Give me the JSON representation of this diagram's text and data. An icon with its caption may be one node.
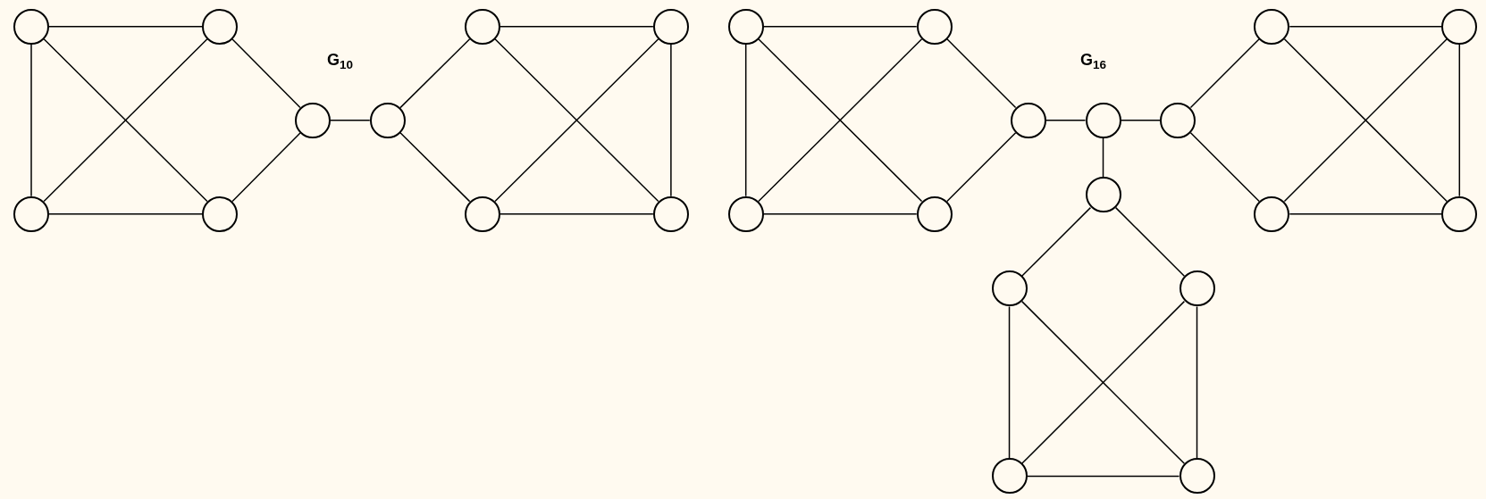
{
  "diagram": {
    "nodes": [
      {
        "text": [],
        "shape": "circle"
      },
      {
        "text": [],
        "shape": "circle"
      },
      {
        "text": [],
        "shape": "circle"
      },
      {
        "text": [],
        "shape": "circle"
      },
      {
        "text": [],
        "shape": "circle"
      },
      {
        "text": [],
        "shape": "circle"
      },
      {
        "text": [],
        "shape": "circle"
      },
      {
        "text": [],
        "shape": "circle"
      },
      {
        "text": [],
        "shape": "circle"
      },
      {
        "text": [],
        "shape": "circle"
      },
      {
        "text": [],
        "shape": "circle"
      },
      {
        "text": [],
        "shape": "circle"
      },
      {
        "text": [],
        "shape": "circle"
      },
      {
        "text": [],
        "shape": "circle"
      },
      {
        "text": [],
        "shape": "circle"
      },
      {
        "text": [],
        "shape": "circle"
      },
      {
        "text": [],
        "shape": "circle"
      },
      {
        "text": [],
        "shape": "circle"
      },
      {
        "text": [],
        "shape": "circle"
      },
      {
        "text": [],
        "shape": "circle"
      },
      {
        "text": [],
        "shape": "circle"
      },
      {
        "text": [],
        "shape": "circle"
      },
      {
        "text": [],
        "shape": "circle"
      },
      {
        "text": [],
        "shape": "circle"
      },
      {
        "text": [],
        "shape": "circle"
      },
      {
        "text": [],
        "shape": "circle"
      }
    ],
    "edges": [
      {
        "from": 0,
        "to": 1,
        "arrow": "none"
      },
      {
        "from": 0,
        "to": 2,
        "arrow": "none"
      },
      {
        "from": 0,
        "to": 3,
        "arrow": "none"
      },
      {
        "from": 1,
        "to": 2,
        "arrow": "none"
      },
      {
        "from": 2,
        "to": 3,
        "arrow": "none"
      },
      {
        "from": 1,
        "to": 4,
        "arrow": "none"
      },
      {
        "from": 3,
        "to": 4,
        "arrow": "none"
      },
      {
        "from": 4,
        "to": 5,
        "arrow": "none"
      },
      {
        "from": 5,
        "to": 6,
        "arrow": "none"
      },
      {
        "from": 5,
        "to": 8,
        "arrow": "none"
      },
      {
        "from": 6,
        "to": 7,
        "arrow": "none"
      },
      {
        "from": 6,
        "to": 9,
        "arrow": "none"
      },
      {
        "from": 7,
        "to": 8,
        "arrow": "none"
      },
      {
        "from": 7,
        "to": 9,
        "arrow": "none"
      },
      {
        "from": 8,
        "to": 9,
        "arrow": "none"
      },
      {
        "from": 10,
        "to": 11,
        "arrow": "none"
      },
      {
        "from": 10,
        "to": 12,
        "arrow": "none"
      },
      {
        "from": 10,
        "to": 13,
        "arrow": "none"
      },
      {
        "from": 11,
        "to": 12,
        "arrow": "none"
      },
      {
        "from": 12,
        "to": 13,
        "arrow": "none"
      },
      {
        "from": 11,
        "to": 14,
        "arrow": "none"
      },
      {
        "from": 13,
        "to": 14,
        "arrow": "none"
      },
      {
        "from": 14,
        "to": 15,
        "arrow": "none"
      },
      {
        "from": 15,
        "to": 16,
        "arrow": "none"
      },
      {
        "from": 16,
        "to": 17,
        "arrow": "none"
      },
      {
        "from": 16,
        "to": 19,
        "arrow": "none"
      },
      {
        "from": 17,
        "to": 18,
        "arrow": "none"
      },
      {
        "from": 18,
        "to": 20,
        "arrow": "none"
      },
      {
        "from": 17,
        "to": 20,
        "arrow": "none"
      },
      {
        "from": 18,
        "to": 19,
        "arrow": "none"
      },
      {
        "from": 19,
        "to": 20,
        "arrow": "none"
      },
      {
        "from": 15,
        "to": 21,
        "arrow": "none"
      },
      {
        "from": 21,
        "to": 22,
        "arrow": "none"
      },
      {
        "from": 21,
        "to": 23,
        "arrow": "none"
      },
      {
        "from": 22,
        "to": 24,
        "arrow": "none"
      },
      {
        "from": 23,
        "to": 25,
        "arrow": "none"
      },
      {
        "from": 22,
        "to": 25,
        "arrow": "none"
      },
      {
        "from": 23,
        "to": 24,
        "arrow": "none"
      },
      {
        "from": 24,
        "to": 25,
        "arrow": "none"
      }
    ],
    "labels": [
      "G$_{10}$",
      "G$_{16}$"
    ]
  }
}
